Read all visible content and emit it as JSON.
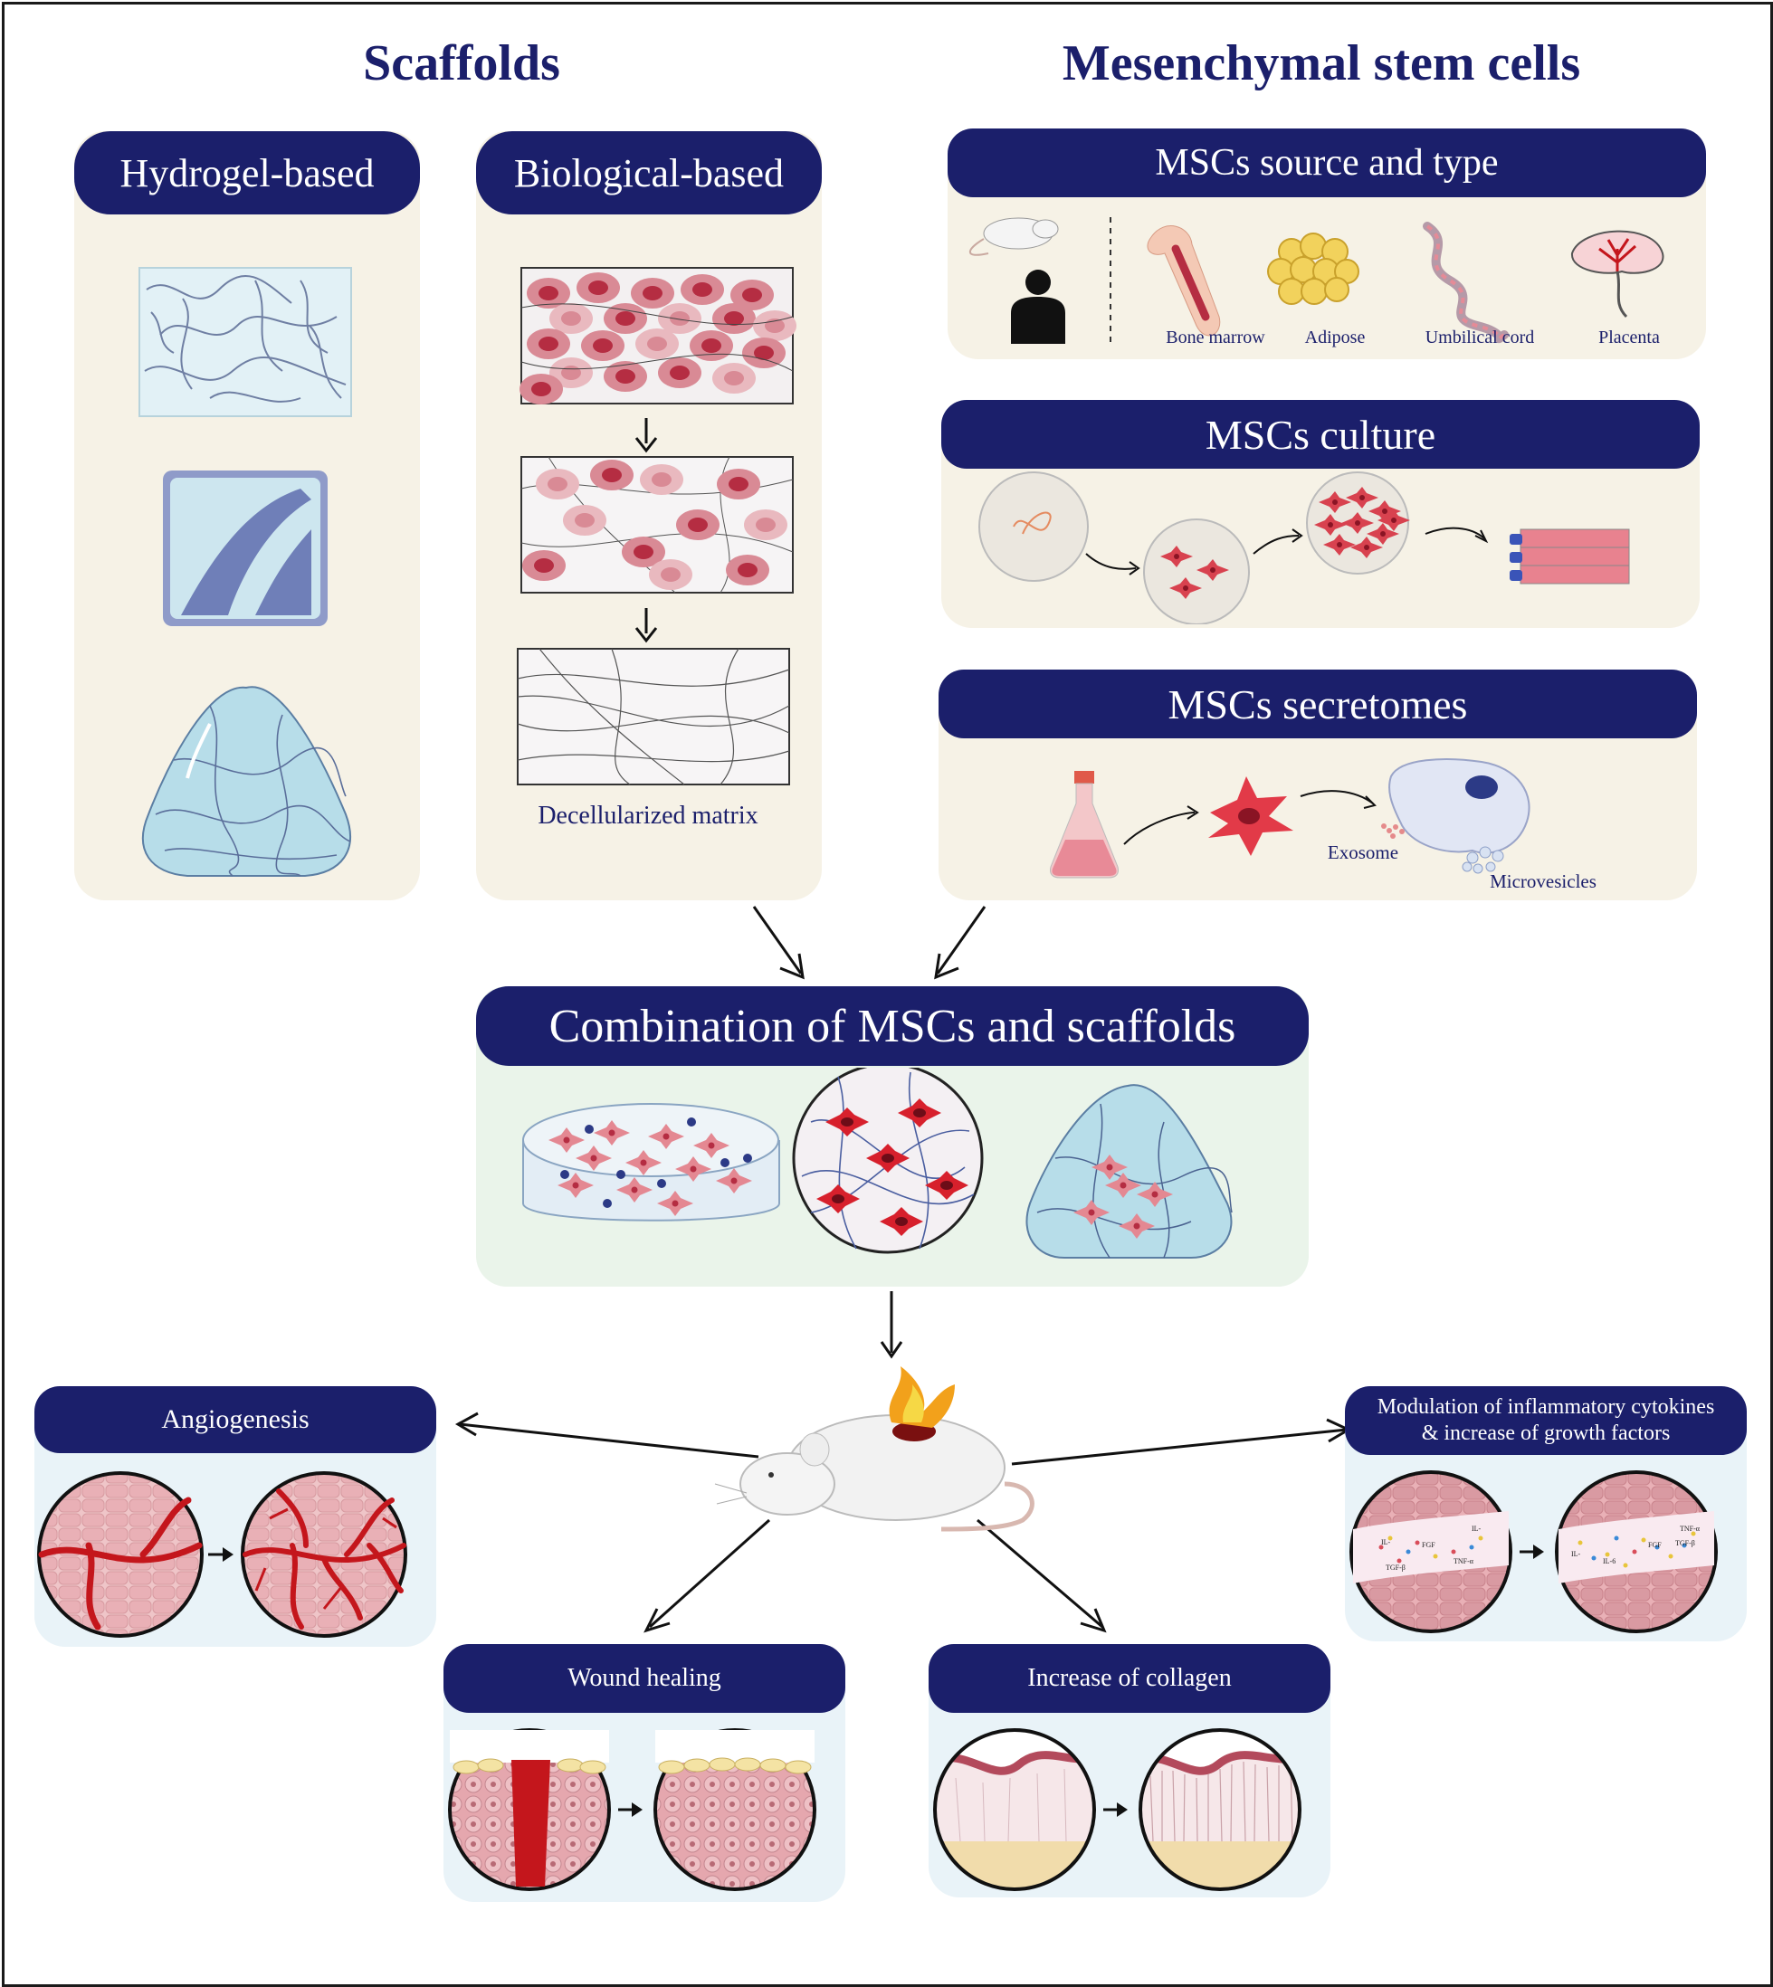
{
  "headings": {
    "scaffolds": "Scaffolds",
    "msc": "Mesenchymal stem cells"
  },
  "scaffolds": {
    "hydrogel": "Hydrogel-based",
    "biological": "Biological-based",
    "decellularized_label": "Decellularized matrix"
  },
  "msc_source": {
    "title": "MSCs source and type",
    "sources": [
      "Bone marrow",
      "Adipose",
      "Umbilical cord",
      "Placenta"
    ]
  },
  "msc_culture": {
    "title": "MSCs culture"
  },
  "msc_secretomes": {
    "title": "MSCs secretomes",
    "exosome": "Exosome",
    "microvesicles": "Microvesicles"
  },
  "combination": {
    "title": "Combination of MSCs and scaffolds"
  },
  "outcomes": {
    "angiogenesis": "Angiogenesis",
    "modulation_line1": "Modulation of inflammatory cytokines",
    "modulation_line2": "& increase of growth factors",
    "wound": "Wound healing",
    "collagen": "Increase of collagen"
  },
  "cytokine_labels": [
    "IL-",
    "FGF",
    "IL-",
    "TNF-α",
    "TGF-β",
    "IL-",
    "IL-6",
    "FGF",
    "TNF-α",
    "TGF-β"
  ],
  "colors": {
    "header_navy": "#1b1f6b",
    "panel_beige": "#f6f2e6",
    "panel_green": "#eaf4ea",
    "panel_blue": "#e9f3f8",
    "cell_red": "#c73a4d",
    "vessel_red": "#c4161c"
  }
}
